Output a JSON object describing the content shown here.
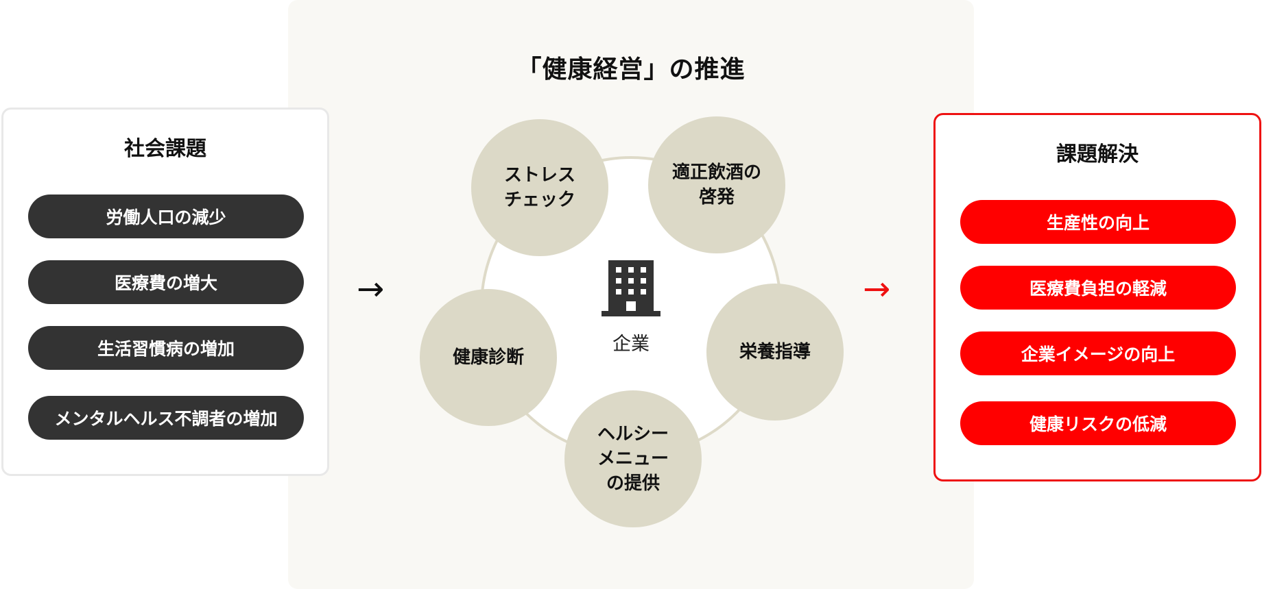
{
  "center": {
    "title": "「健康経営」の推進",
    "company_label": "企業",
    "nodes": [
      "ストレス\nチェック",
      "適正飲酒の\n啓発",
      "栄養指導",
      "ヘルシー\nメニュー\nの提供",
      "健康診断"
    ]
  },
  "left_box": {
    "title": "社会課題",
    "items": [
      "労働人口の減少",
      "医療費の増大",
      "生活習慣病の増加",
      "メンタルヘルス不調者の増加"
    ]
  },
  "right_box": {
    "title": "課題解決",
    "items": [
      "生産性の向上",
      "医療費負担の軽減",
      "企業イメージの向上",
      "健康リスクの低減"
    ]
  },
  "colors": {
    "accent_red": "#ff0000",
    "dark_pill": "#333333",
    "node_beige": "#dcd9c7",
    "panel_bg": "#f9f8f4"
  },
  "icons": {
    "company": "building-icon",
    "arrow_in": "arrow-right-icon",
    "arrow_out": "arrow-right-icon"
  }
}
